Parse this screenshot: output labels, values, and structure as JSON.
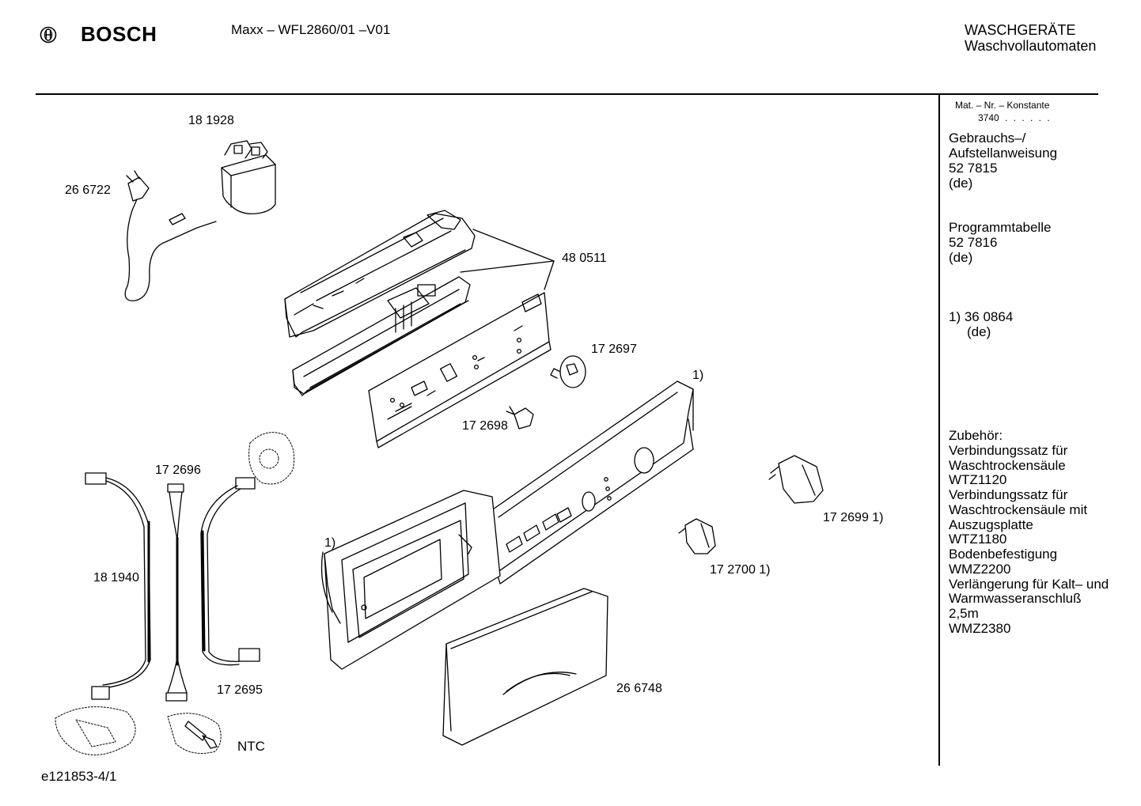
{
  "header": {
    "brand": "BOSCH",
    "model": "Maxx – WFL2860/01 –V01",
    "category_line1": "WASCHGERÄTE",
    "category_line2": "Waschvollautomaten"
  },
  "icons": {
    "brand_logo": "bosch-armature-icon"
  },
  "parts": {
    "p181928": "18 1928",
    "p266722": "26 6722",
    "p480511": "48 0511",
    "p172697": "17 2697",
    "note1_top": "1)",
    "p172698": "17 2698",
    "p172696": "17 2696",
    "p181940": "18 1940",
    "note1_left": "1)",
    "p172699": "17 2699 1)",
    "p172700": "17 2700 1)",
    "p172695": "17 2695",
    "p266748": "26 6748",
    "ntc": "NTC"
  },
  "sidebar": {
    "mat_title": "Mat. – Nr. – Konstante",
    "mat_value": "3740",
    "mat_dots": ". . . . . .",
    "doc1_line1": "Gebrauchs–/",
    "doc1_line2": "Aufstellanweisung",
    "doc1_num": "52 7815",
    "doc1_lang": "(de)",
    "doc2_line1": "Programmtabelle",
    "doc2_num": "52 7816",
    "doc2_lang": "(de)",
    "doc3_line1": "1) 36 0864",
    "doc3_lang": "(de)",
    "acc": [
      "Zubehör:",
      "Verbindungssatz für",
      "Waschtrockensäule",
      "WTZ1120",
      "Verbindungssatz für",
      "Waschtrockensäule mit",
      "Auszugsplatte",
      "WTZ1180",
      "Bodenbefestigung",
      "WMZ2200",
      "Verlängerung für Kalt– und",
      "Warmwasseranschluß",
      "2,5m",
      "WMZ2380"
    ]
  },
  "footer": {
    "code": "e121853-4/1"
  }
}
